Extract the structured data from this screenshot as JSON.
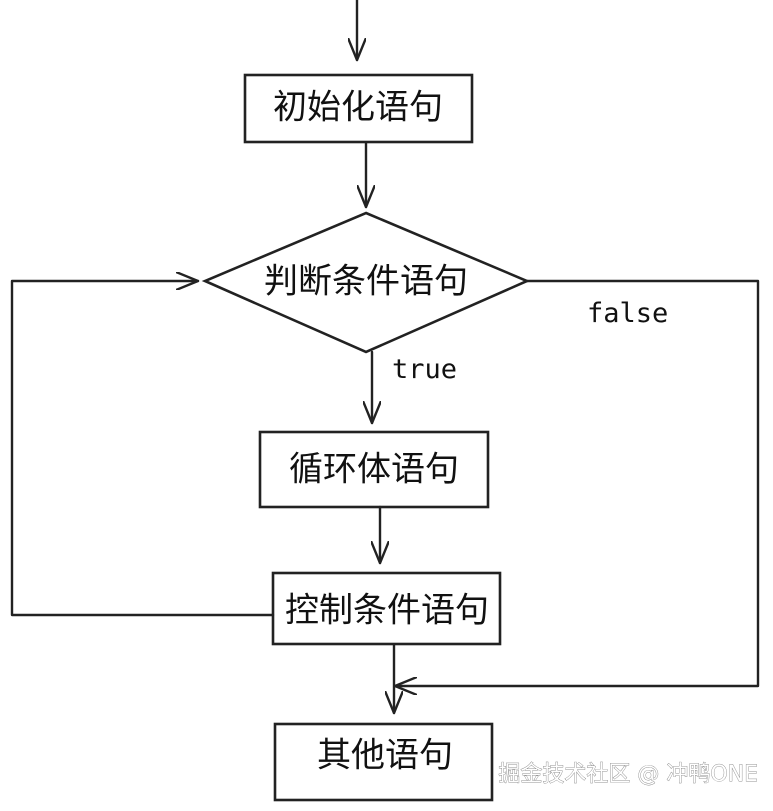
{
  "nodes": {
    "init": "初始化语句",
    "condition": "判断条件语句",
    "body": "循环体语句",
    "control": "控制条件语句",
    "other": "其他语句"
  },
  "edges": {
    "true_label": "true",
    "false_label": "false"
  },
  "watermark": "掘金技术社区 @ 冲鸭ONE"
}
